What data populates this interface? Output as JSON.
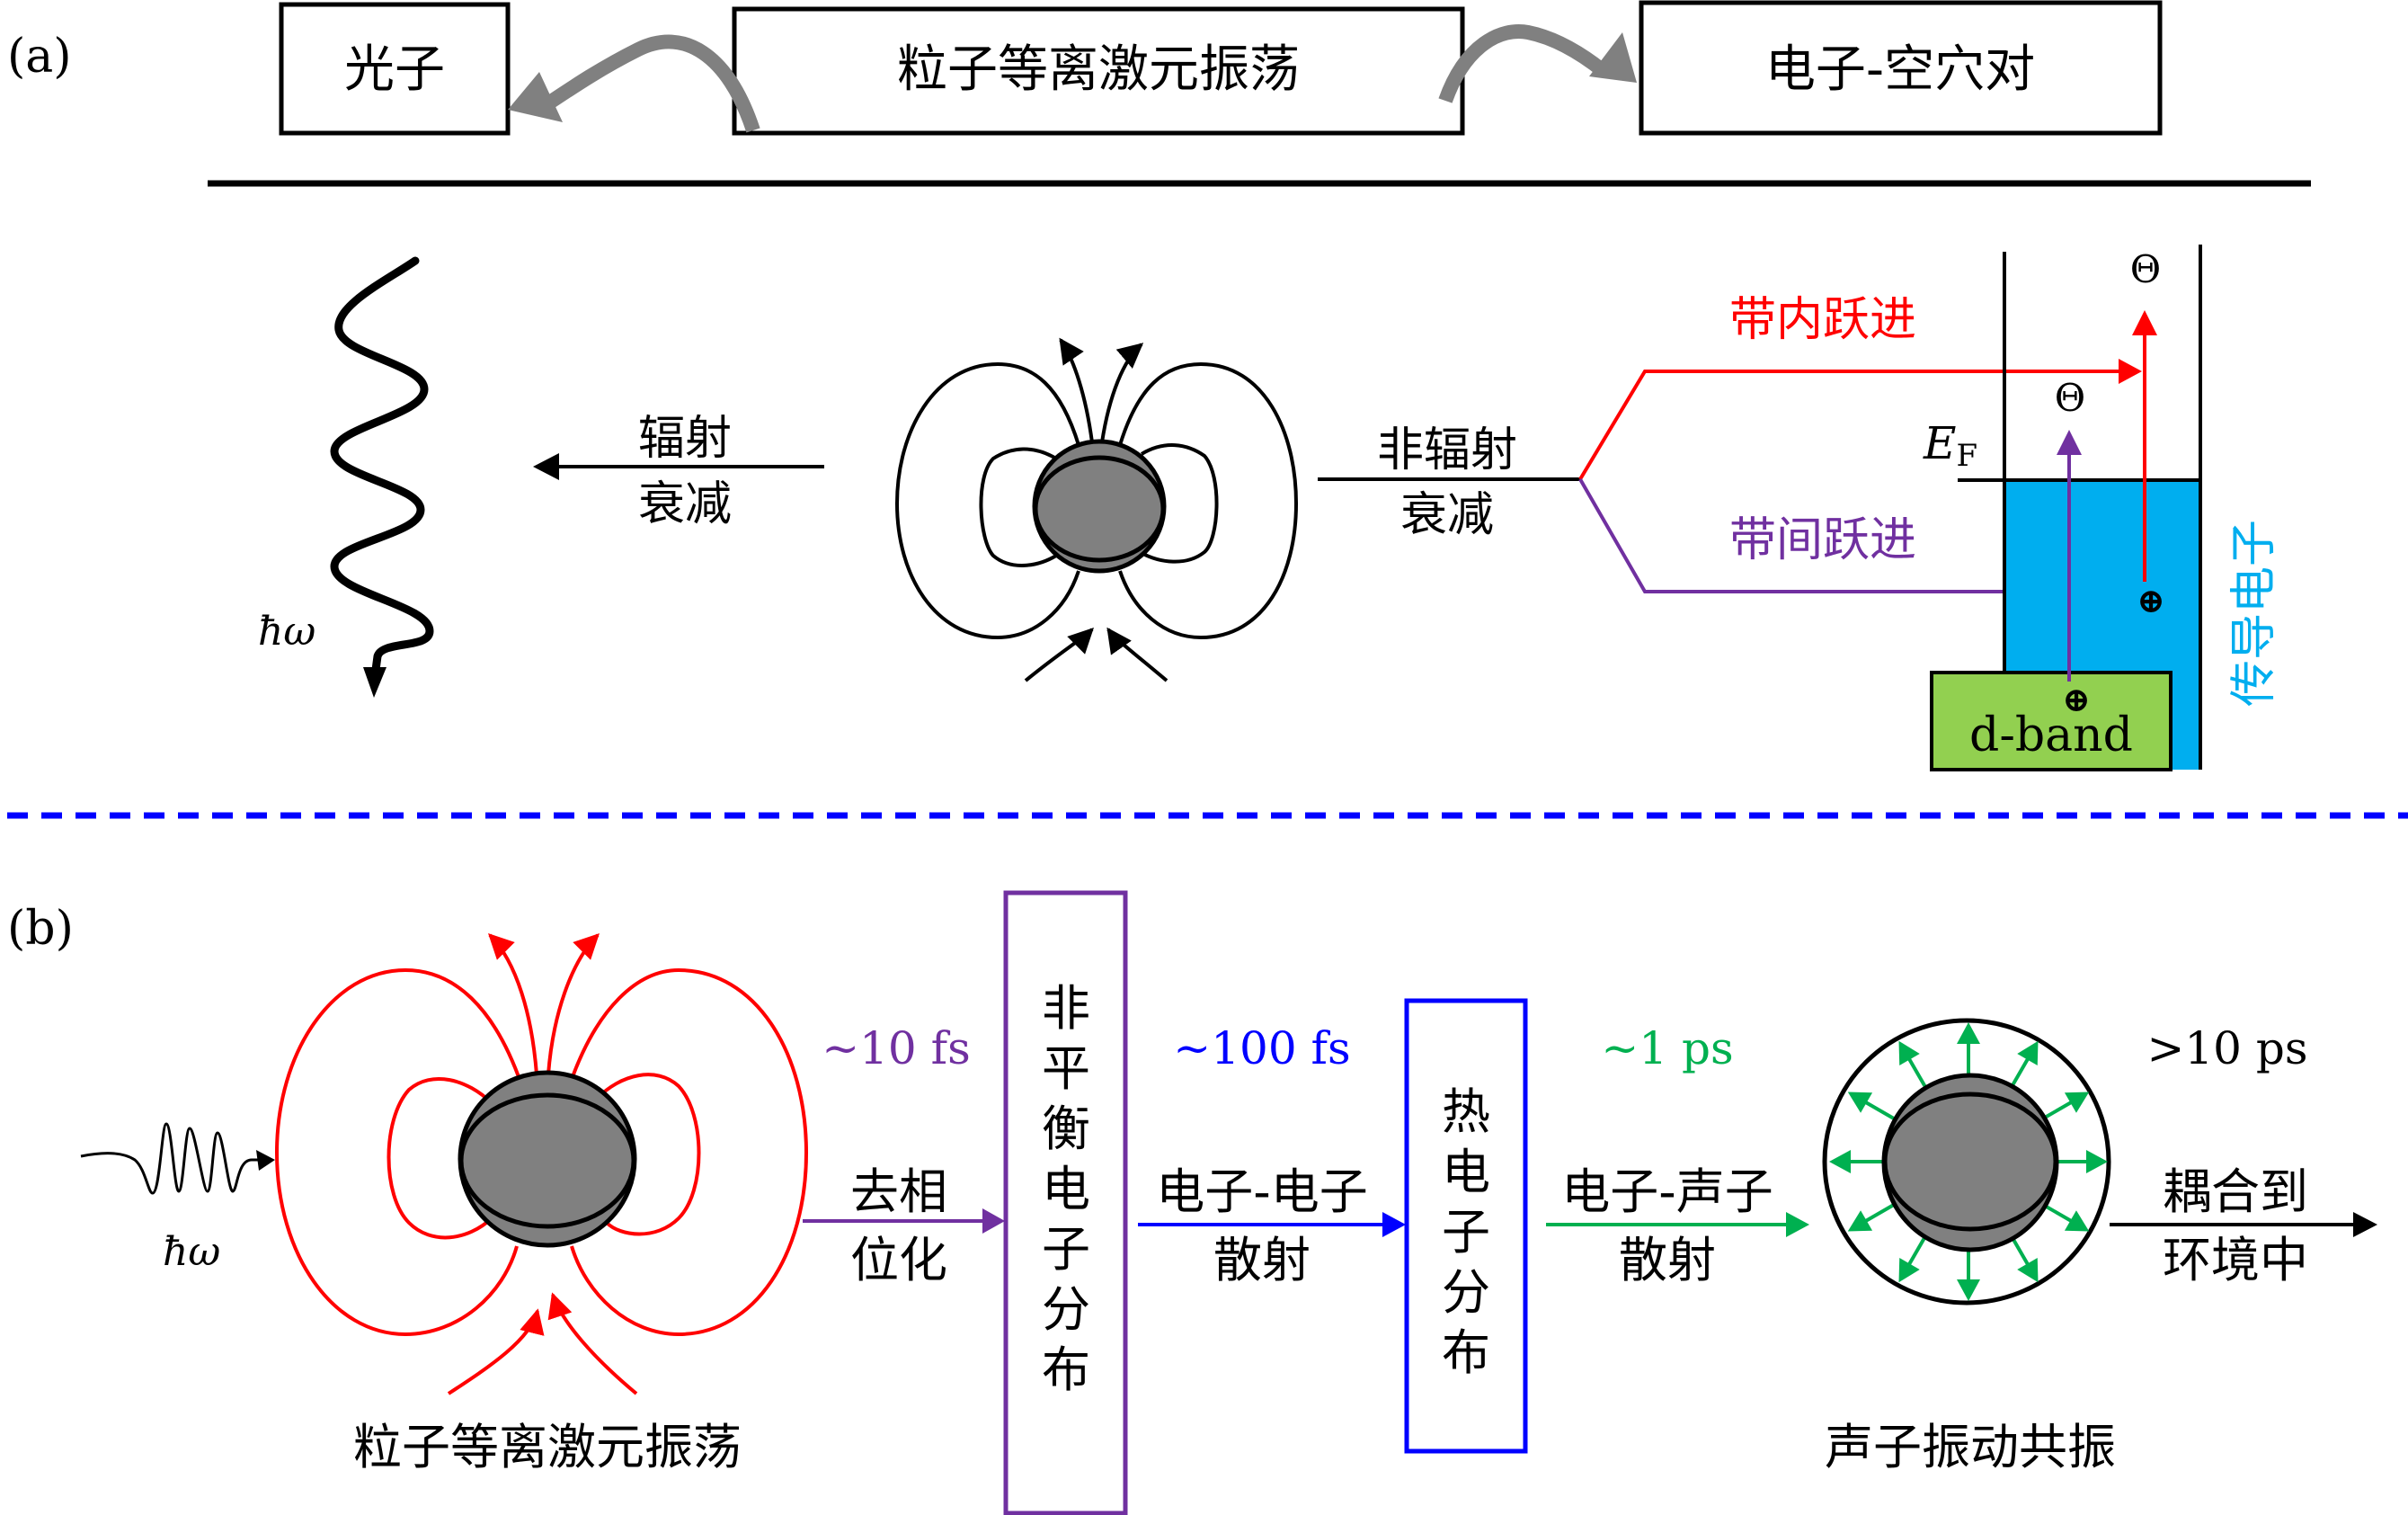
{
  "colors": {
    "black": "#000000",
    "gray_arrow": "#808080",
    "sphere_fill": "#808080",
    "red": "#ff0000",
    "purple": "#7030a0",
    "blue": "#0000ff",
    "green": "#00b050",
    "conduction_fill": "#00aeef",
    "dband_fill": "#92d050",
    "divider": "#0000ff"
  },
  "panel_a": {
    "label": "(a)",
    "header": {
      "left_box": "光子",
      "center_box": "粒子等离激元振荡",
      "right_box": "电子-空穴对"
    },
    "photon_label": "ħω",
    "radiative": {
      "line1": "辐射",
      "line2": "衰减"
    },
    "nonradiative": {
      "line1": "非辐射",
      "line2": "衰减"
    },
    "intraband": "带内跃进",
    "interband": "带间跃进",
    "fermi_label_main": "E",
    "fermi_label_sub": "F",
    "electron_symbol": "Θ",
    "hole_symbol": "⊕",
    "dband_label": "d-band",
    "conduction_label": "传导电子"
  },
  "panel_b": {
    "label": "(b)",
    "photon_label": "ħω",
    "plasmon_caption": "粒子等离激元振荡",
    "step1": {
      "time": "~10 fs",
      "line1": "去相",
      "line2": "位化"
    },
    "box1": [
      "非",
      "平",
      "衡",
      "电",
      "子",
      "分",
      "布"
    ],
    "step2": {
      "time": "~100 fs",
      "line1": "电子-电子",
      "line2": "散射"
    },
    "box2": [
      "热",
      "电",
      "子",
      "分",
      "布"
    ],
    "step3": {
      "time": "~1 ps",
      "line1": "电子-声子",
      "line2": "散射"
    },
    "phonon_caption": "声子振动共振",
    "step4": {
      "time": ">10 ps",
      "line1": "耦合到",
      "line2": "环境中"
    }
  }
}
